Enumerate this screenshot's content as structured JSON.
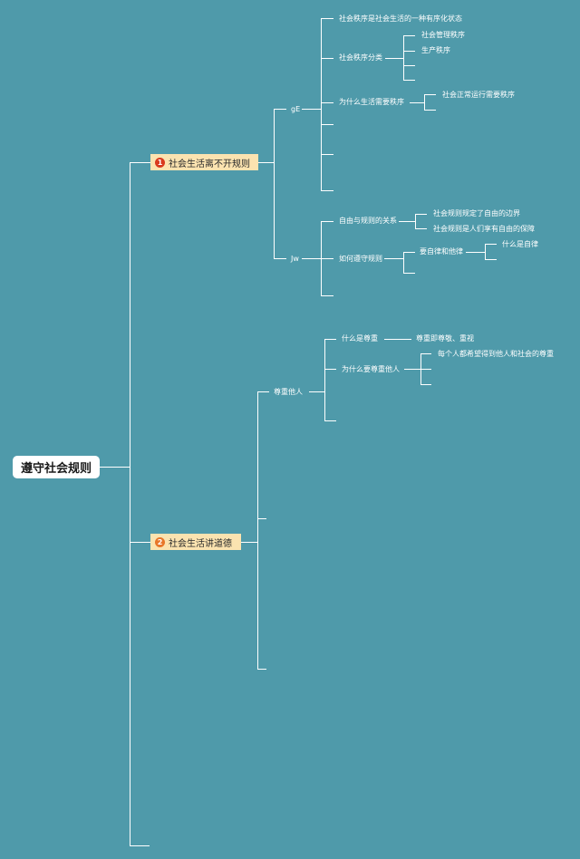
{
  "root": {
    "label": "遵守社会规则"
  },
  "topics": [
    {
      "number": "1",
      "label": "社会生活离不开规则",
      "color": "#d93a1e"
    },
    {
      "number": "2",
      "label": "社会生活讲道德",
      "color": "#e8772a"
    }
  ],
  "branch1": {
    "sub_a": {
      "label": "gE",
      "items": {
        "order_def": "社会秩序是社会生活的一种有序化状态",
        "order_types": "社会秩序分类",
        "type_mgmt": "社会管理秩序",
        "type_prod": "生产秩序",
        "why_order": "为什么生活需要秩序",
        "why_reason": "社会正常运行需要秩序"
      }
    },
    "sub_b": {
      "label": "Jw",
      "items": {
        "freedom_rules": "自由与规则的关系",
        "boundary": "社会规则规定了自由的边界",
        "guarantee": "社会规则是人们享有自由的保障",
        "how_obey": "如何遵守规则",
        "self_other": "要自律和他律",
        "what_self": "什么是自律"
      }
    }
  },
  "branch2": {
    "respect": {
      "label": "尊重他人",
      "items": {
        "what_respect": "什么是尊重",
        "respect_def": "尊重即尊敬、重视",
        "why_respect": "为什么要尊重他人",
        "everyone_hopes": "每个人都希望得到他人和社会的尊重"
      }
    }
  },
  "colors": {
    "background": "#4f9aaa",
    "line": "#ffffff",
    "topic_fill": "#fbe3b0"
  }
}
